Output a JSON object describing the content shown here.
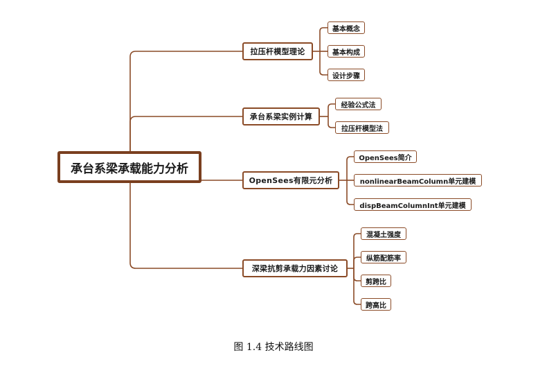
{
  "diagram": {
    "root": "承台系梁承载能力分析",
    "branches": [
      {
        "label": "拉压杆模型理论",
        "children": [
          "基本概念",
          "基本构成",
          "设计步骤"
        ]
      },
      {
        "label": "承台系梁实例计算",
        "children": [
          "经验公式法",
          "拉压杆模型法"
        ]
      },
      {
        "label": "OpenSees有限元分析",
        "children": [
          "OpenSees简介",
          "nonlinearBeamColumn单元建模",
          "dispBeamColumnInt单元建模"
        ]
      },
      {
        "label": "深梁抗剪承载力因素讨论",
        "children": [
          "混凝土强度",
          "纵筋配筋率",
          "剪跨比",
          "跨高比"
        ]
      }
    ]
  },
  "caption": "图  1.4 技术路线图",
  "colors": {
    "line": "#8a4a26",
    "border": "#8a4a26",
    "root_border": "#7a3f1f"
  }
}
